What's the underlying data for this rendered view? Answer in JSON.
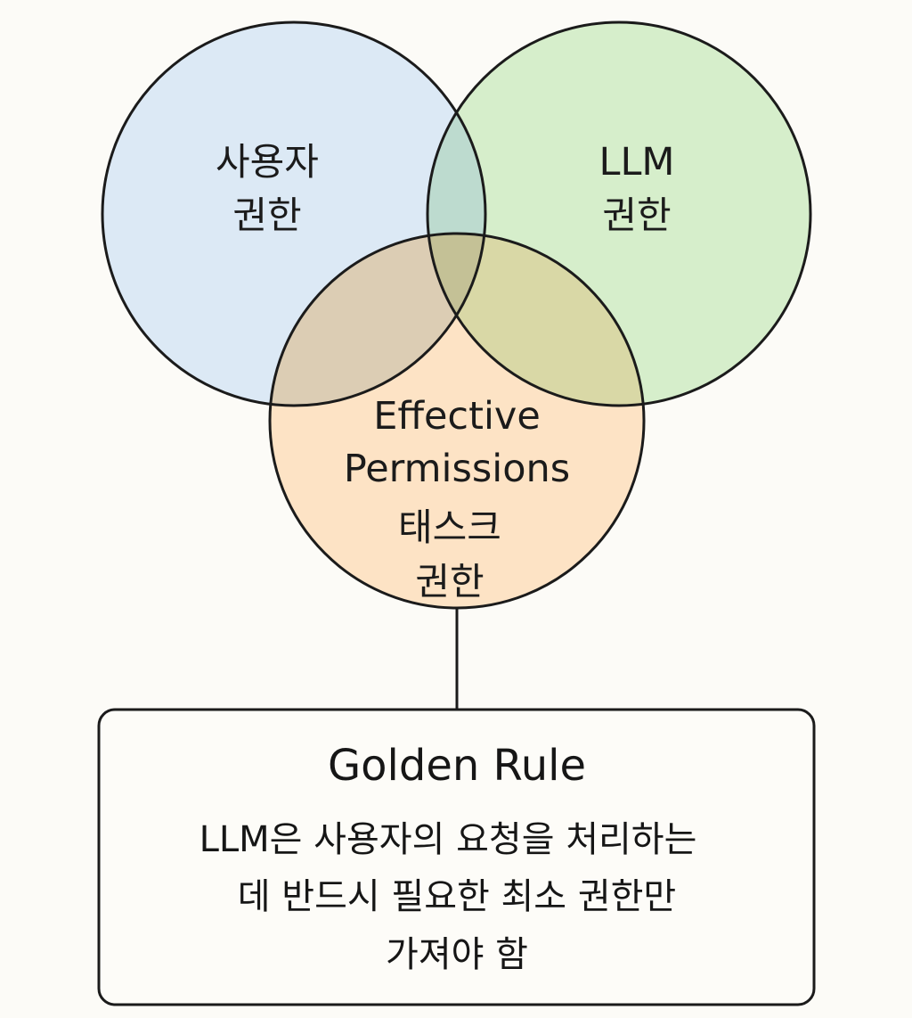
{
  "venn": {
    "user_circle": {
      "label_line1": "사용자",
      "label_line2": "권한",
      "fill_color": "#dce9f5"
    },
    "llm_circle": {
      "label_line1": "LLM",
      "label_line2": "권한",
      "fill_color": "#d6eecb"
    },
    "task_circle": {
      "label_line1": "태스크",
      "label_line2": "권한",
      "fill_color": "#fde3c5"
    },
    "intersection": {
      "label_line1": "Effective",
      "label_line2": "Permissions"
    },
    "outline_color": "#1b1b1b"
  },
  "golden_rule": {
    "title": "Golden Rule",
    "line1": "LLM은 사용자의 요청을 처리하는",
    "line2": "데 반드시 필요한 최소 권한만",
    "line3": "가져야 함"
  }
}
